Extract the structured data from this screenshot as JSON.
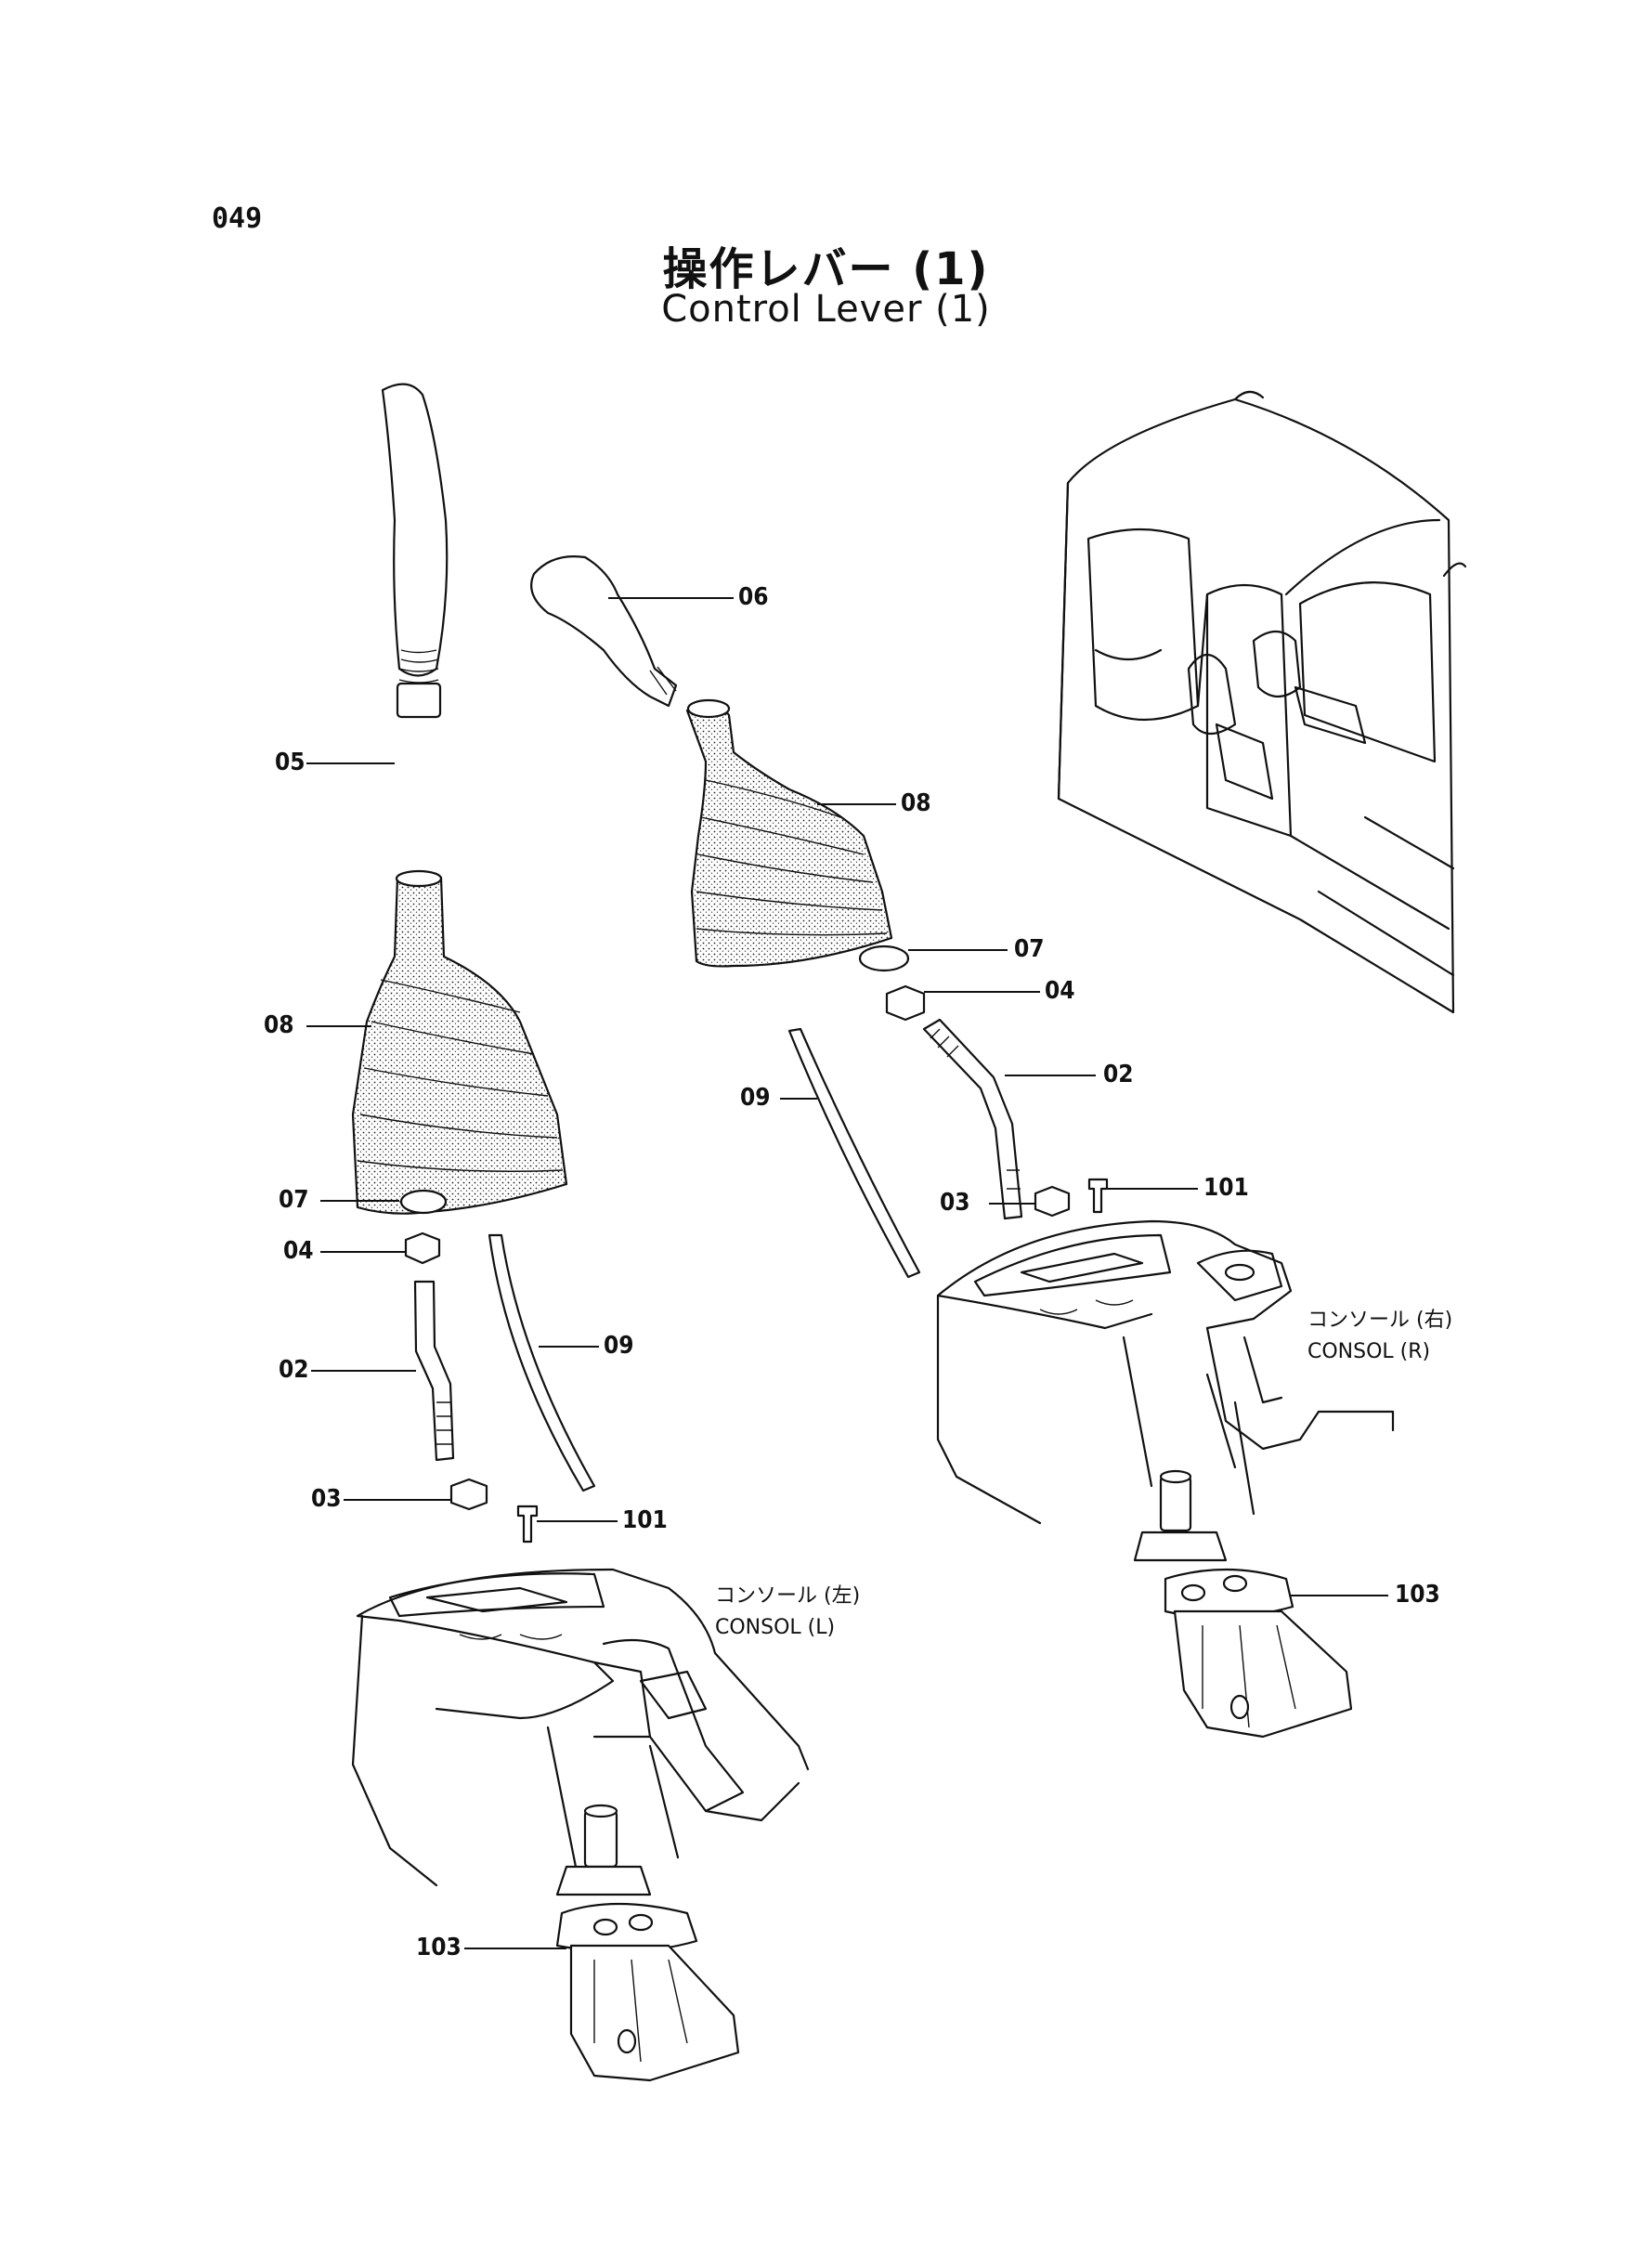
{
  "page_number": "049",
  "title_jp": "操作レバー (1)",
  "title_en": "Control Lever (1)",
  "callouts": {
    "left_05": "05",
    "left_08": "08",
    "left_07": "07",
    "left_04": "04",
    "left_02": "02",
    "left_09": "09",
    "left_03": "03",
    "left_101": "101",
    "left_103": "103",
    "right_06": "06",
    "right_08": "08",
    "right_07": "07",
    "right_04": "04",
    "right_02": "02",
    "right_09": "09",
    "right_03": "03",
    "right_101": "101",
    "right_103": "103"
  },
  "console_left": {
    "jp": "コンソール (左)",
    "en": "CONSOL (L)"
  },
  "console_right": {
    "jp": "コンソール (右)",
    "en": "CONSOL (R)"
  }
}
